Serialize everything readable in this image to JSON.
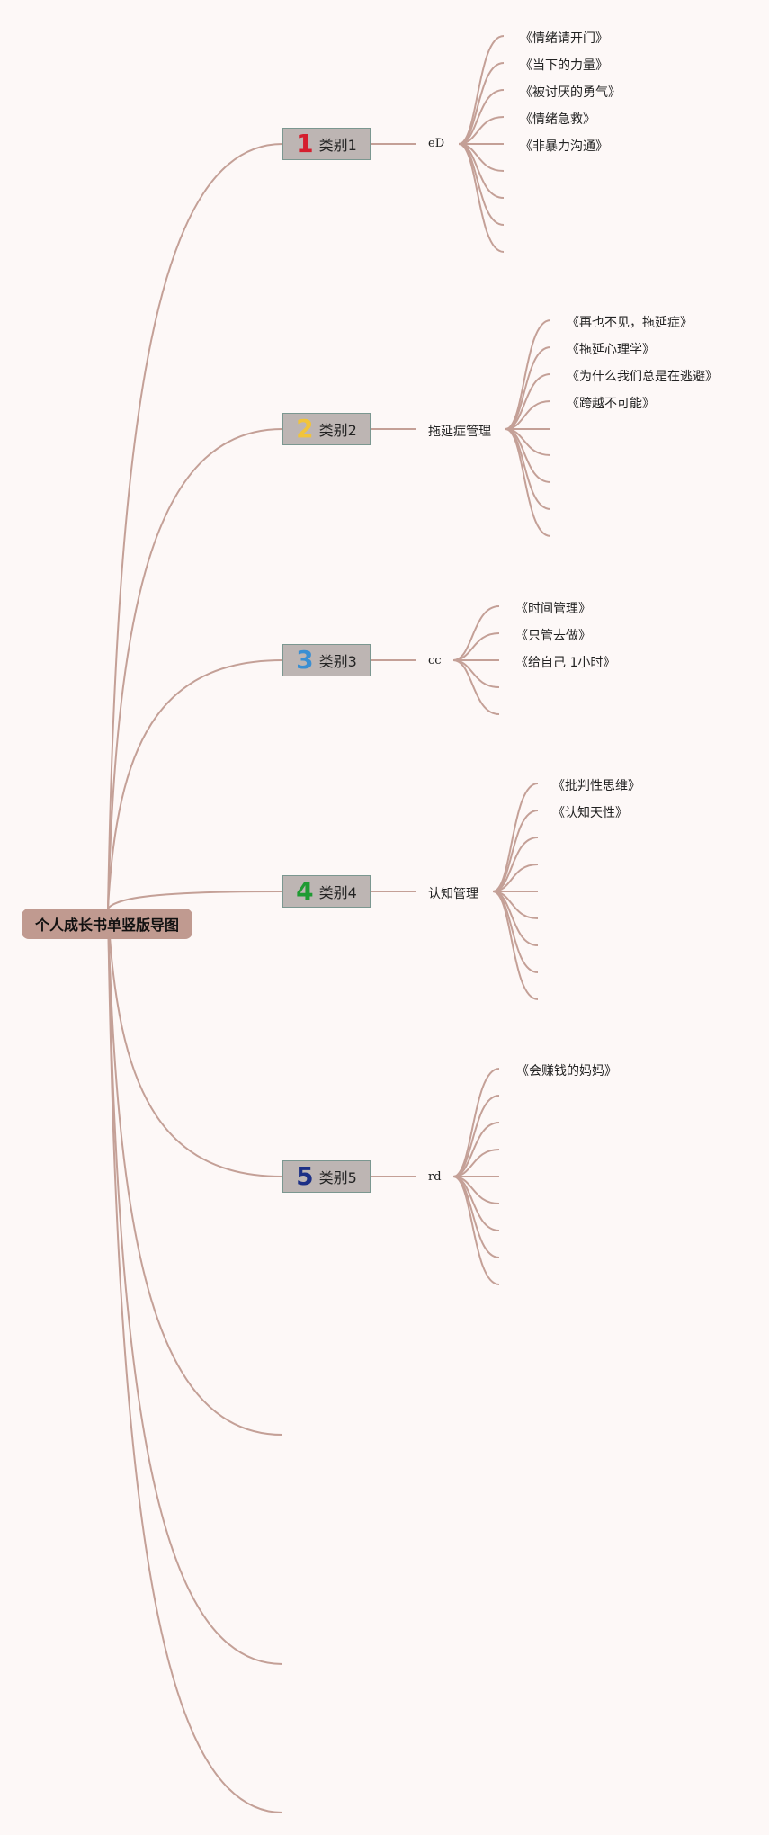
{
  "title": "个人成长书单竖版导图",
  "colors": {
    "line": "#c4a097",
    "root_bg": "#c09a90",
    "node_bg": "#bdb5b3",
    "node_border": "#7b9790"
  },
  "categories": [
    {
      "num": "1",
      "label": "类别1",
      "num_color": "#d51f2e",
      "sub": "eD",
      "books": [
        "《情绪请开门》",
        "《当下的力量》",
        "《被讨厌的勇气》",
        "《情绪急救》",
        "《非暴力沟通》"
      ]
    },
    {
      "num": "2",
      "label": "类别2",
      "num_color": "#f1c43b",
      "sub": "拖延症管理",
      "books": [
        "《再也不见，拖延症》",
        "《拖延心理学》",
        "《为什么我们总是在逃避》",
        "《跨越不可能》"
      ]
    },
    {
      "num": "3",
      "label": "类别3",
      "num_color": "#3a8fd3",
      "sub": "cc",
      "books": [
        "《时间管理》",
        "《只管去做》",
        "《给自己 1小时》"
      ]
    },
    {
      "num": "4",
      "label": "类别4",
      "num_color": "#1f9b33",
      "sub": "认知管理",
      "books": [
        "《批判性思维》",
        "《认知天性》"
      ]
    },
    {
      "num": "5",
      "label": "类别5",
      "num_color": "#1c2f86",
      "sub": "rd",
      "books": [
        "《会赚钱的妈妈》"
      ]
    }
  ]
}
